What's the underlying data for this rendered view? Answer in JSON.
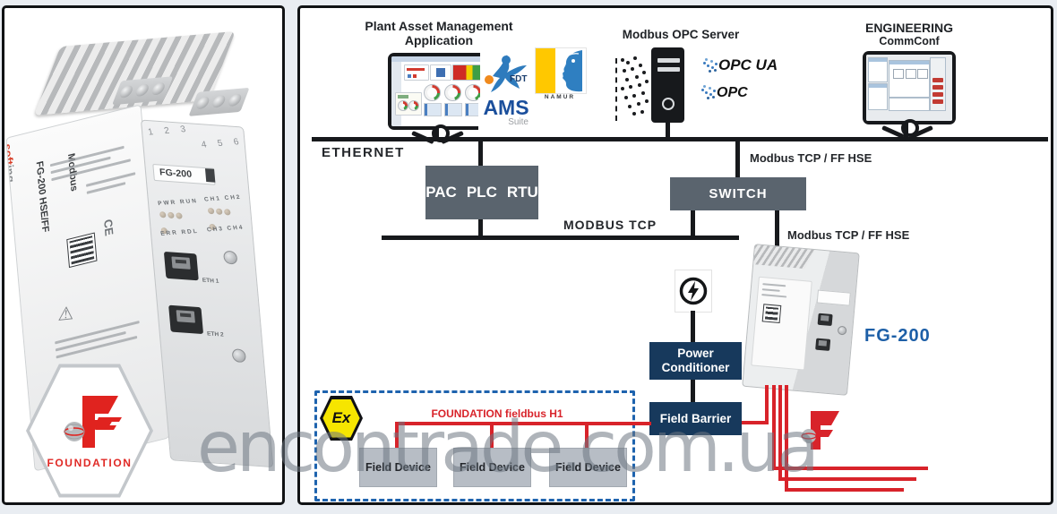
{
  "watermark": "encontrade.com.ua",
  "left_panel": {
    "foundation_label": "FOUNDATION",
    "device": {
      "brand_soft": "soft",
      "brand_ing": "ing",
      "side_model": "FG-200 HSE/FF",
      "side_bus": "Modbus",
      "ce_mark": "CE",
      "warning_icon": "⚠",
      "front_model": "FG-200",
      "led_row1": "PWR RUN",
      "led_row2": "ERR RDL",
      "ch_row1": "CH1 CH2",
      "ch_row2": "CH3 CH4",
      "eth1": "ETH 1",
      "eth2": "ETH 2",
      "terminals_left": "1 2 3",
      "terminals_right": "4 5 6"
    }
  },
  "diagram": {
    "pam_title1": "Plant Asset Management",
    "pam_title2": "Application",
    "fdt_label": "FDT",
    "ams_label": "AMS",
    "ams_sub": "Suite",
    "namur_label": "NAMUR",
    "opc_title": "Modbus OPC Server",
    "opc_ua_label": "OPC UA",
    "opc_label": "OPC",
    "eng_title": "ENGINEERING",
    "eng_sub": "CommConf",
    "ethernet_label": "ETHERNET",
    "modbus_tcp_label": "MODBUS TCP",
    "ffhse_top_label": "Modbus TCP / FF HSE",
    "ffhse_right_label": "Modbus TCP / FF HSE",
    "pac": "PAC",
    "plc": "PLC",
    "rtu": "RTU",
    "switch": "SWITCH",
    "power1": "Power",
    "power2": "Conditioner",
    "field_barrier": "Field Barrier",
    "ex_label": "Ex",
    "h1_label": "FOUNDATION fieldbus H1",
    "field_devices": [
      "Field Device",
      "Field Device",
      "Field Device"
    ],
    "fg200_label": "FG-200"
  },
  "colors": {
    "slate_box": "#5a646e",
    "navy_box": "#17395c",
    "red_line": "#d8232a",
    "dashed_blue": "#1e63ae",
    "fg200_blue": "#1d5fa7",
    "ex_yellow": "#f6e500"
  }
}
